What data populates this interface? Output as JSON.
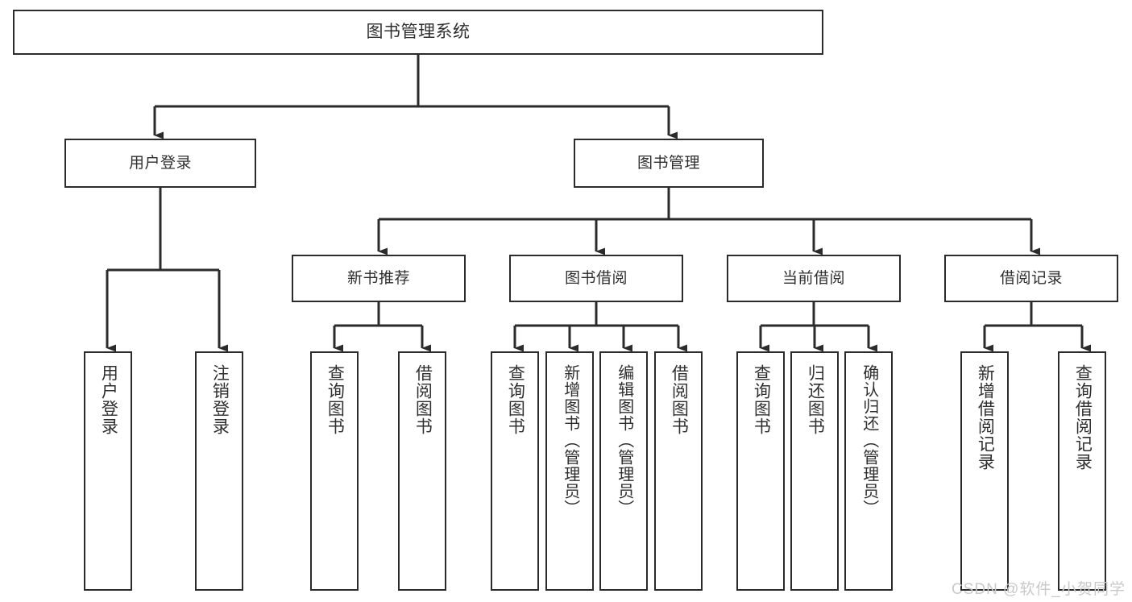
{
  "diagram": {
    "title": "图书管理系统",
    "type": "tree-diagram",
    "root": {
      "id": "root",
      "label": "图书管理系统"
    },
    "level2": [
      {
        "id": "user-login",
        "label": "用户登录"
      },
      {
        "id": "book-manage",
        "label": "图书管理"
      }
    ],
    "level3": [
      {
        "id": "new-book-recommend",
        "label": "新书推荐",
        "parent": "book-manage"
      },
      {
        "id": "book-borrow",
        "label": "图书借阅",
        "parent": "book-manage"
      },
      {
        "id": "current-borrow",
        "label": "当前借阅",
        "parent": "book-manage"
      },
      {
        "id": "borrow-record",
        "label": "借阅记录",
        "parent": "book-manage"
      }
    ],
    "leaves": [
      {
        "id": "leaf-user-login",
        "label": "用户登录",
        "parent": "user-login"
      },
      {
        "id": "leaf-user-logout",
        "label": "注销登录",
        "parent": "user-login"
      },
      {
        "id": "leaf-query-book-1",
        "label": "查询图书",
        "parent": "new-book-recommend"
      },
      {
        "id": "leaf-borrow-book-1",
        "label": "借阅图书",
        "parent": "new-book-recommend"
      },
      {
        "id": "leaf-query-book-2",
        "label": "查询图书",
        "parent": "book-borrow"
      },
      {
        "id": "leaf-add-book",
        "label": "新增图书（管理员）",
        "parent": "book-borrow"
      },
      {
        "id": "leaf-edit-book",
        "label": "编辑图书（管理员）",
        "parent": "book-borrow"
      },
      {
        "id": "leaf-borrow-book-2",
        "label": "借阅图书",
        "parent": "book-borrow"
      },
      {
        "id": "leaf-query-book-3",
        "label": "查询图书",
        "parent": "current-borrow"
      },
      {
        "id": "leaf-return-book",
        "label": "归还图书",
        "parent": "current-borrow"
      },
      {
        "id": "leaf-confirm-return",
        "label": "确认归还（管理员）",
        "parent": "current-borrow"
      },
      {
        "id": "leaf-add-record",
        "label": "新增借阅记录",
        "parent": "borrow-record"
      },
      {
        "id": "leaf-query-record",
        "label": "查询借阅记录",
        "parent": "borrow-record"
      }
    ]
  },
  "watermark": {
    "text": "CSDN @软件_小贺同学"
  },
  "colors": {
    "line": "#2b2b2b",
    "box_border": "#2b2b2b",
    "box_fill": "#ffffff",
    "text": "#2f2f2f",
    "watermark": "#c9c9c9",
    "background": "#ffffff"
  }
}
